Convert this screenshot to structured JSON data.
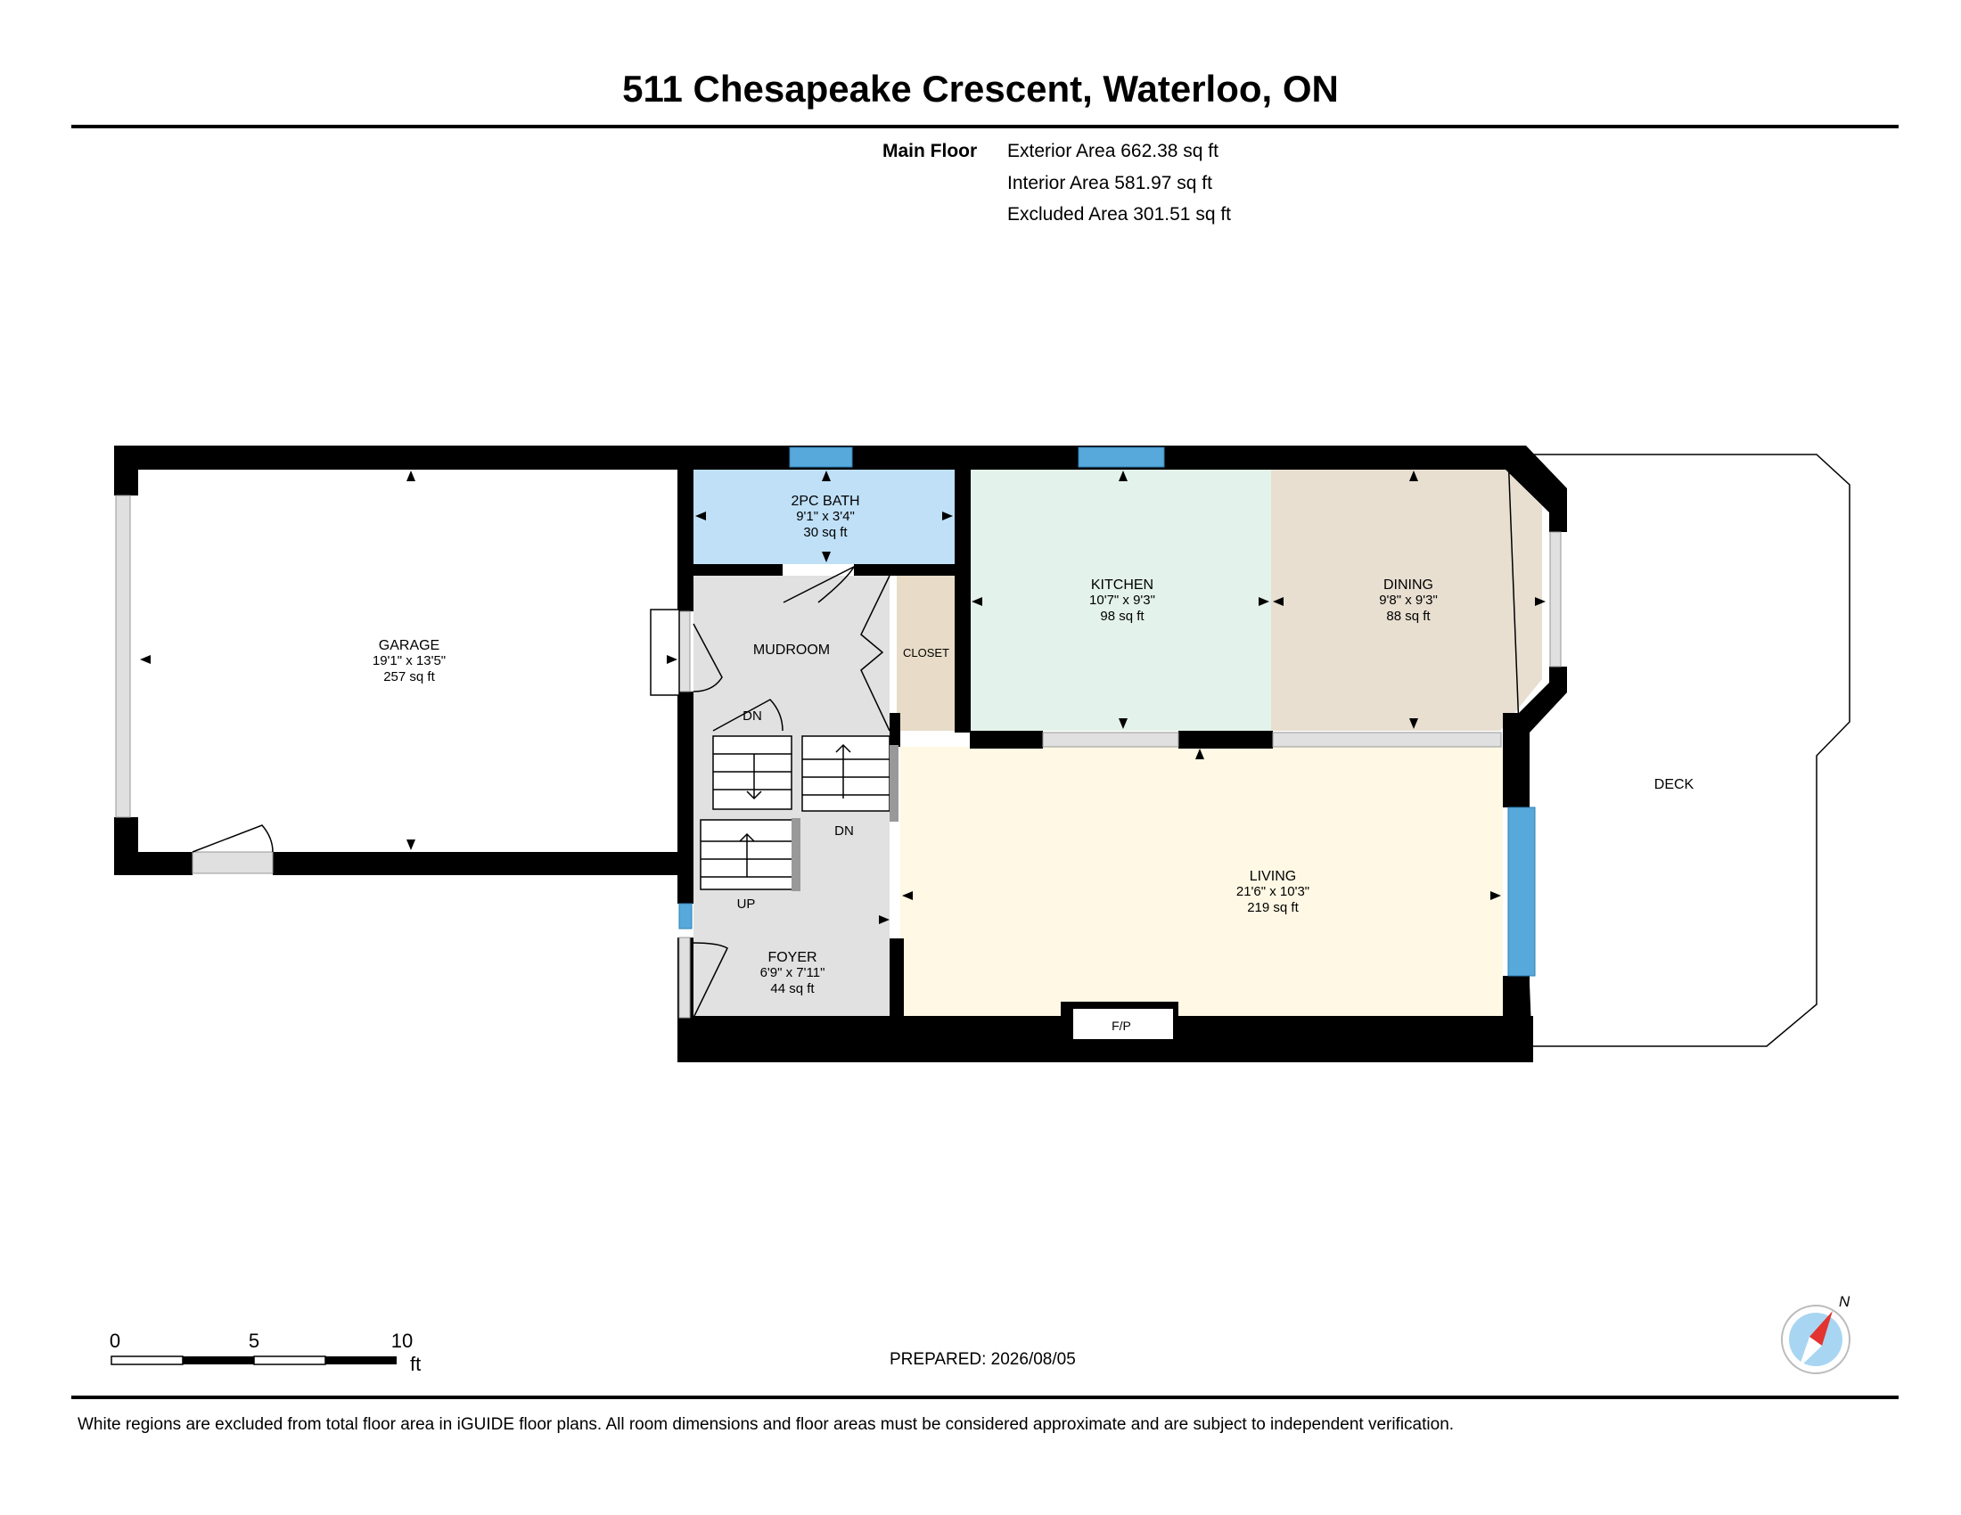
{
  "title": "511 Chesapeake Crescent, Waterloo, ON",
  "floor": {
    "label": "Main Floor",
    "exterior": "Exterior Area 662.38 sq ft",
    "interior": "Interior Area 581.97 sq ft",
    "excluded": "Excluded Area 301.51 sq ft"
  },
  "rooms": {
    "garage": {
      "name": "GARAGE",
      "dims": "19'1\" x 13'5\"",
      "area": "257 sq ft"
    },
    "bath": {
      "name": "2PC BATH",
      "dims": "9'1\" x 3'4\"",
      "area": "30 sq ft"
    },
    "mudroom": {
      "name": "MUDROOM"
    },
    "closet": {
      "name": "CLOSET"
    },
    "kitchen": {
      "name": "KITCHEN",
      "dims": "10'7\" x 9'3\"",
      "area": "98 sq ft"
    },
    "dining": {
      "name": "DINING",
      "dims": "9'8\" x 9'3\"",
      "area": "88 sq ft"
    },
    "living": {
      "name": "LIVING",
      "dims": "21'6\" x 10'3\"",
      "area": "219 sq ft"
    },
    "foyer": {
      "name": "FOYER",
      "dims": "6'9\" x 7'11\"",
      "area": "44 sq ft"
    },
    "deck": {
      "name": "DECK"
    },
    "fireplace": {
      "name": "F/P"
    }
  },
  "stairs": {
    "dn1": "DN",
    "dn2": "DN",
    "up": "UP"
  },
  "scale": {
    "t0": "0",
    "t5": "5",
    "t10": "10",
    "unit": "ft"
  },
  "compass": {
    "north": "N"
  },
  "prepared": "PREPARED: 2026/08/05",
  "disclaimer": "White regions are excluded from total floor area in iGUIDE floor plans. All room dimensions and floor areas must be considered approximate and are subject to independent verification.",
  "colors": {
    "bath": "#bfe0f7",
    "mudroom": "#e1e1e1",
    "closet": "#e8dcc8",
    "kitchen": "#e3f2ea",
    "dining": "#e8dfd1",
    "living": "#fef8e4",
    "foyer": "#e1e1e1",
    "window": "#57a9dc",
    "wall": "#000000"
  }
}
